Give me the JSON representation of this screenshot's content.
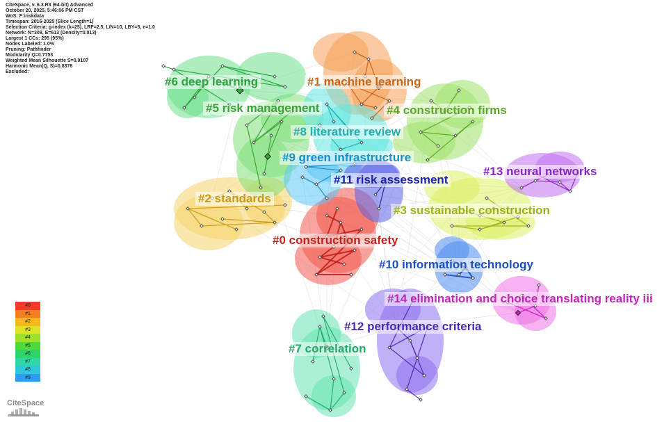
{
  "header": {
    "lines": [
      "CiteSpace, v. 6.3.R3 (64-bit) Advanced",
      "October 20, 2025, 5:46:06 PM CST",
      "WoS: F:\\riskdata",
      "Timespan: 2016-2025 (Slice Length=1)",
      "Selection Criteria: g-index (k=25), LRF=2.5, L/N=10, LBY=5, e=1.0",
      "Network: N=308, E=613 (Density=0.013)",
      "Largest 1 CCs: 295 (95%)",
      "Nodes Labeled: 1.0%",
      "Pruning: Pathfinder",
      "Modularity Q=0.7753",
      "Weighted Mean Silhouette S=0.9107",
      "Harmonic Mean(Q, S)=0.8376",
      "Excluded:"
    ]
  },
  "clusters": [
    {
      "label": "#0 construction safety",
      "color": "#c0231f",
      "fill": "#f25a4e"
    },
    {
      "label": "#1 machine learning",
      "color": "#c8651a",
      "fill": "#f6a055"
    },
    {
      "label": "#2 standards",
      "color": "#c99a12",
      "fill": "#f5d46a"
    },
    {
      "label": "#3 sustainable construction",
      "color": "#9fb117",
      "fill": "#dcf063"
    },
    {
      "label": "#4 construction firms",
      "color": "#5ca823",
      "fill": "#9fe26a"
    },
    {
      "label": "#5 risk management",
      "color": "#3aa337",
      "fill": "#7fe07a"
    },
    {
      "label": "#6 deep learning",
      "color": "#2aa53f",
      "fill": "#6be08a"
    },
    {
      "label": "#7 correlation",
      "color": "#25a86a",
      "fill": "#66e3b0"
    },
    {
      "label": "#8 literature review",
      "color": "#1fb0b0",
      "fill": "#62e6e0"
    },
    {
      "label": "#9 green infrastructure",
      "color": "#1a8ec9",
      "fill": "#5cc6f5"
    },
    {
      "label": "#10 information technology",
      "color": "#1c4fbf",
      "fill": "#4f8cf0"
    },
    {
      "label": "#11 risk assessment",
      "color": "#1b22a8",
      "fill": "#5a62e6"
    },
    {
      "label": "#12 performance criteria",
      "color": "#4a2ab3",
      "fill": "#8d6ff0"
    },
    {
      "label": "#13 neural networks",
      "color": "#8a28c2",
      "fill": "#c171f2"
    },
    {
      "label": "#14 elimination and choice translating reality iii",
      "color": "#c225b8",
      "fill": "#ef72e6"
    }
  ],
  "legend": {
    "items": [
      "#0",
      "#1",
      "#2",
      "#3",
      "#4",
      "#5",
      "#6",
      "#7",
      "#8",
      "#9"
    ],
    "colors": [
      "#f23a2a",
      "#f57e1e",
      "#f6b81c",
      "#dde526",
      "#9ee02a",
      "#4fd93a",
      "#2ed46a",
      "#2fd6a8",
      "#2fc7dd",
      "#2f9df0"
    ]
  },
  "logo": {
    "text": "CiteSpace"
  }
}
